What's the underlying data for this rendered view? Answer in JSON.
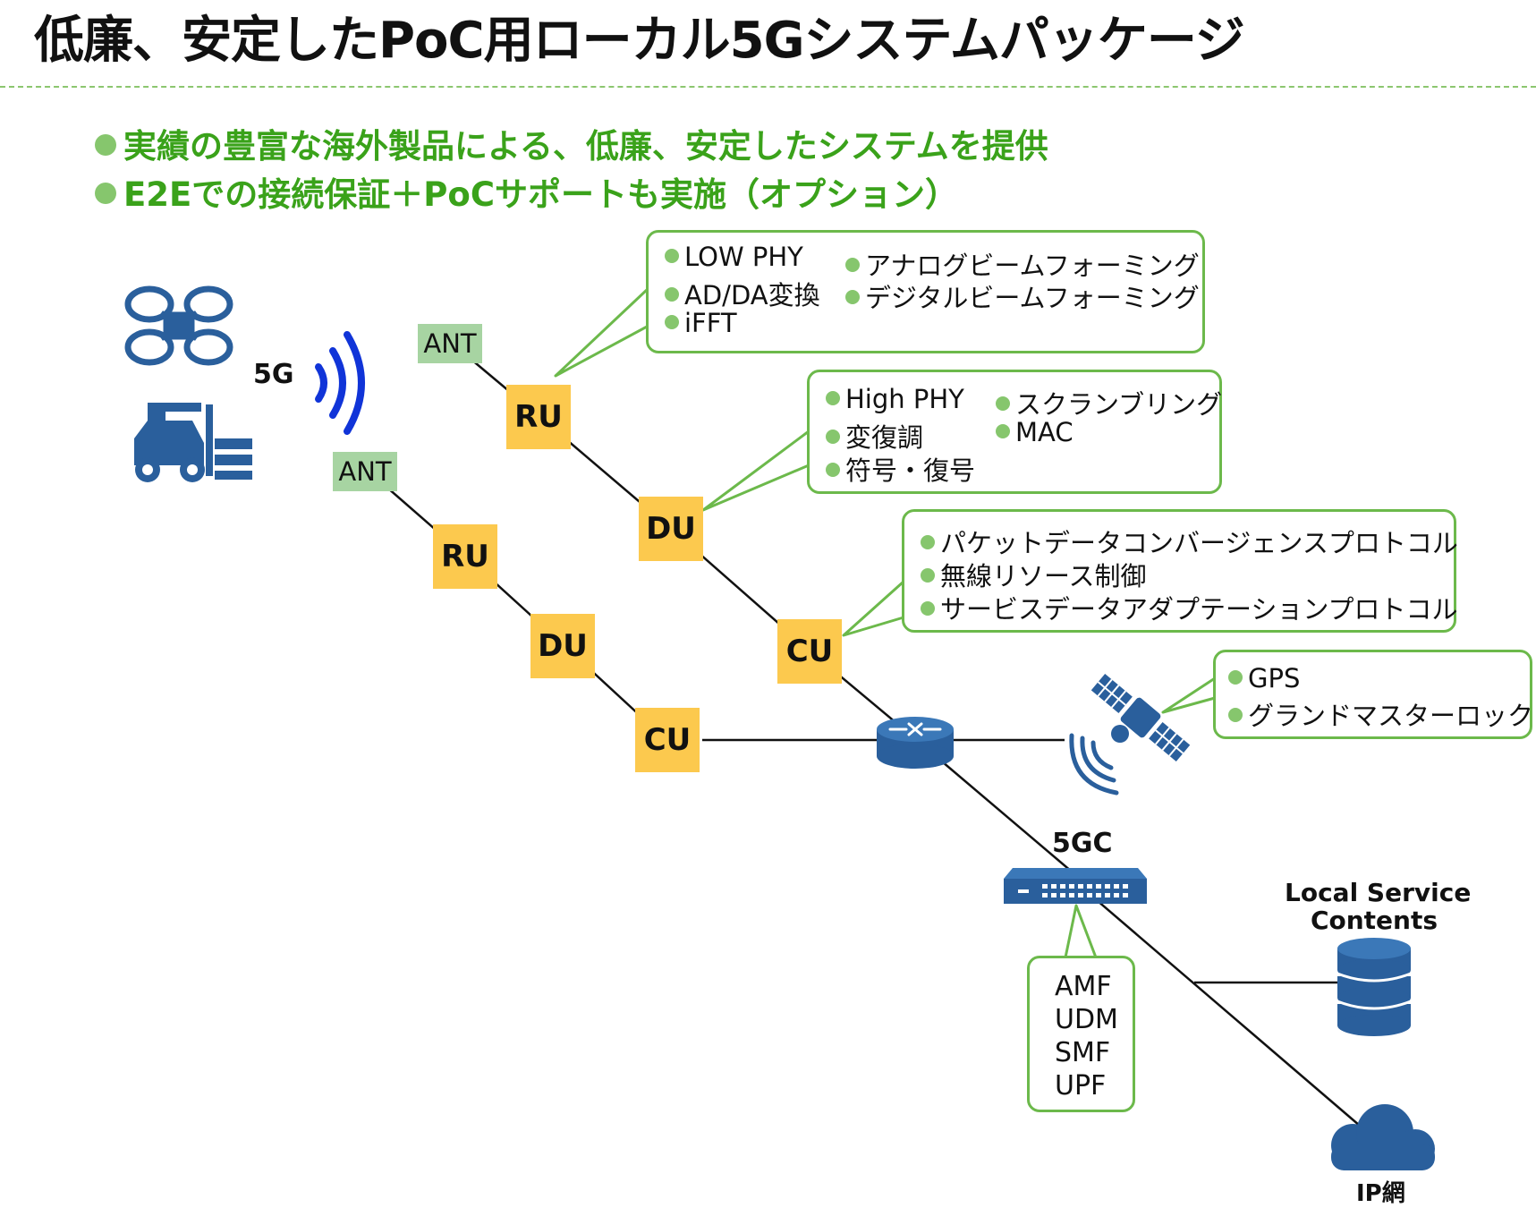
{
  "title": "低廉、安定したPoC用ローカル5Gシステムパッケージ",
  "bullets": [
    "実績の豊富な海外製品による、低廉、安定したシステムを提供",
    "E2Eでの接続保証＋PoCサポートも実施（オプション）"
  ],
  "radio_label": "5G",
  "upper_chain": {
    "ant": "ANT",
    "ru": "RU",
    "du": "DU",
    "cu": "CU"
  },
  "lower_chain": {
    "ant": "ANT",
    "ru": "RU",
    "du": "DU",
    "cu": "CU"
  },
  "ru_functions": {
    "col1": [
      "LOW PHY",
      "AD/DA変換",
      "iFFT"
    ],
    "col2": [
      "アナログビームフォーミング",
      "デジタルビームフォーミング"
    ]
  },
  "du_functions": {
    "col1": [
      "High PHY",
      "変復調",
      "符号・復号"
    ],
    "col2": [
      "スクランブリング",
      "MAC"
    ]
  },
  "cu_functions": [
    "パケットデータコンバージェンスプロトコル",
    "無線リソース制御",
    "サービスデータアダプテーションプロトコル"
  ],
  "gps_functions": [
    "GPS",
    "グランドマスターロック"
  ],
  "core": {
    "label": "5GC",
    "functions": [
      "AMF",
      "UDM",
      "SMF",
      "UPF"
    ]
  },
  "local_service": {
    "line1": "Local Service",
    "line2": "Contents"
  },
  "ip_network": "IP網",
  "colors": {
    "accent_green": "#3aa21a",
    "node_yellow": "#fcc94e",
    "ant_green": "#a7d4a2",
    "icon_blue": "#2a5f9c",
    "signal_blue": "#1034d8"
  }
}
